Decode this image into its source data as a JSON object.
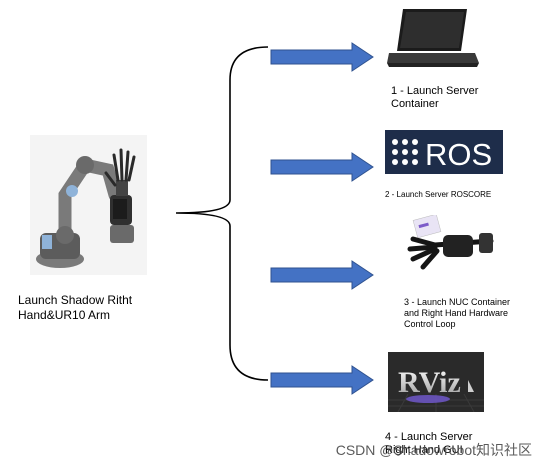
{
  "main_caption": "Launch Shadow Ritht\nHand&UR10 Arm",
  "steps": [
    {
      "label": "1 - Launch Server\nContainer"
    },
    {
      "label": "2 - Launch Server ROSCORE"
    },
    {
      "label": "3 - Launch NUC Container\nand Right Hand Hardware\nControl Loop"
    },
    {
      "label": "4 - Launch Server\nRight Hand GUI"
    }
  ],
  "logos": {
    "ros_text": "ROS",
    "rviz_text": "RViz"
  },
  "watermark": "CSDN @Shadowrobot知识社区",
  "colors": {
    "arrow": "#4472c4",
    "arrow_border": "#2f528f",
    "ros_bg": "#1e2d4a"
  }
}
